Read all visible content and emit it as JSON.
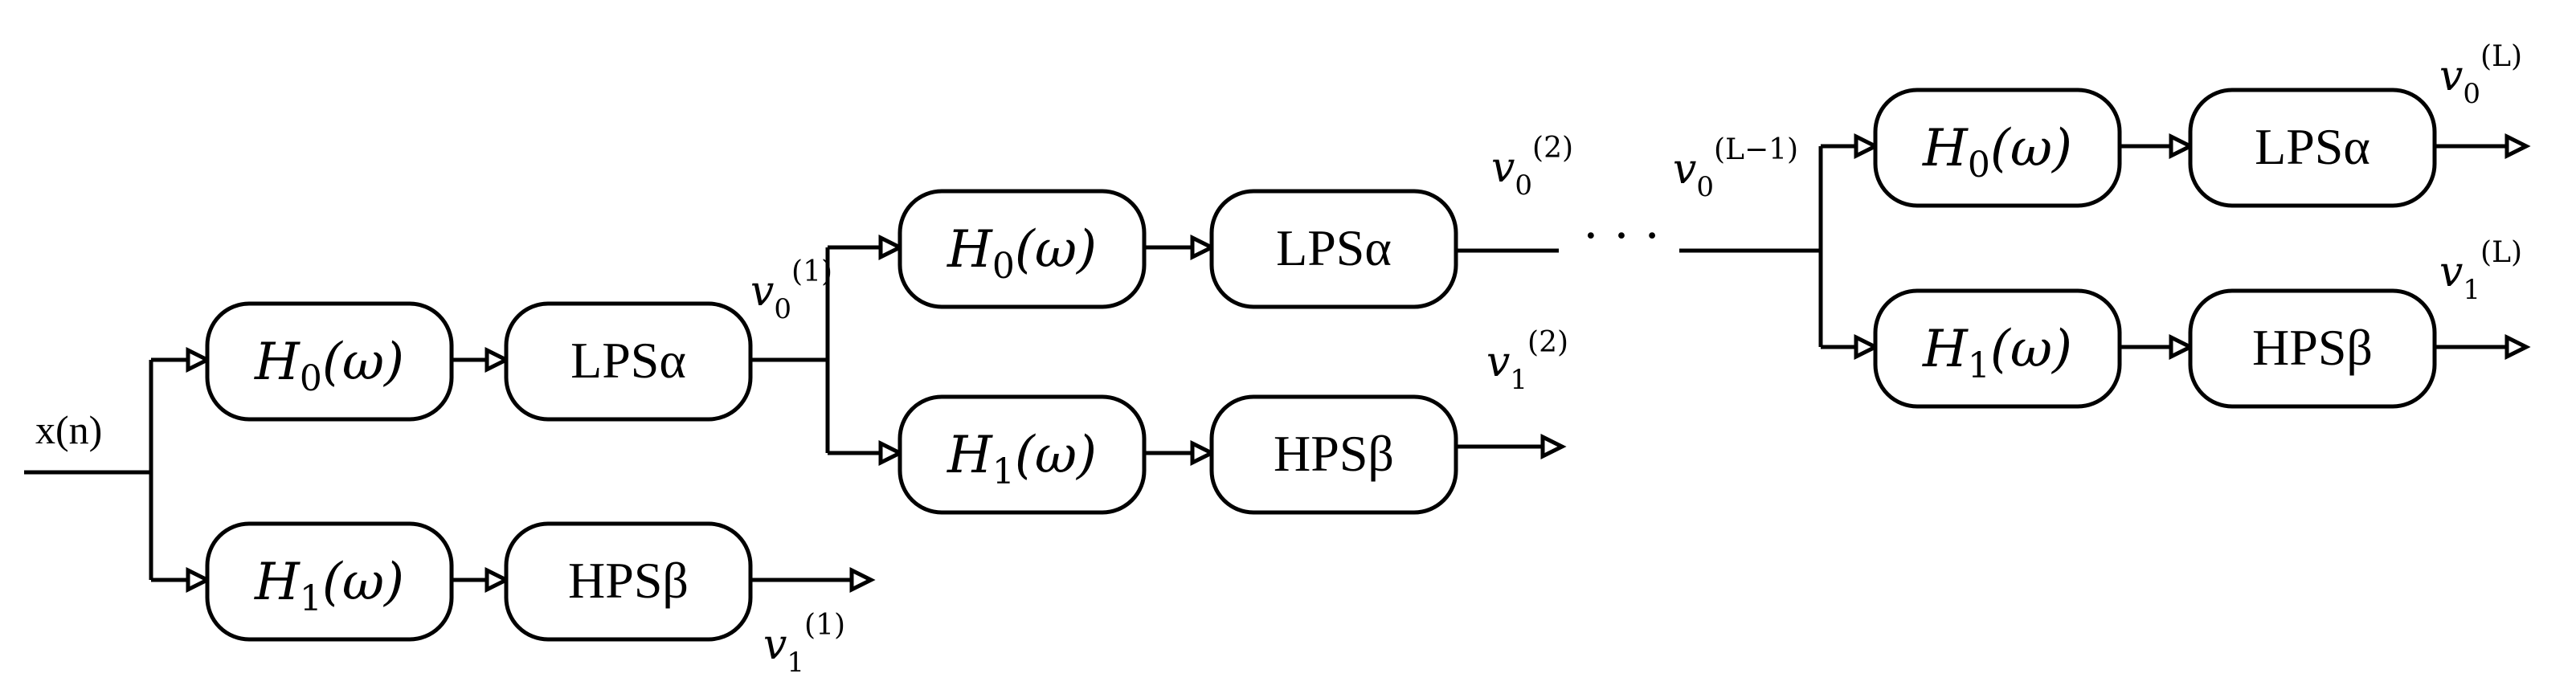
{
  "input_label": "x(n)",
  "filters": {
    "h0_base": "H",
    "h0_sub": "0",
    "h1_base": "H",
    "h1_sub": "1",
    "arg": "(ω)"
  },
  "blocks": {
    "lps": "LPSα",
    "hps": "HPSβ"
  },
  "signals": {
    "base": "v",
    "sub0": "0",
    "sub1": "1",
    "sup1": "(1)",
    "sup2": "(2)",
    "supLm1": "(L−1)",
    "supL": "(L)"
  },
  "ellipsis": "· · ·"
}
